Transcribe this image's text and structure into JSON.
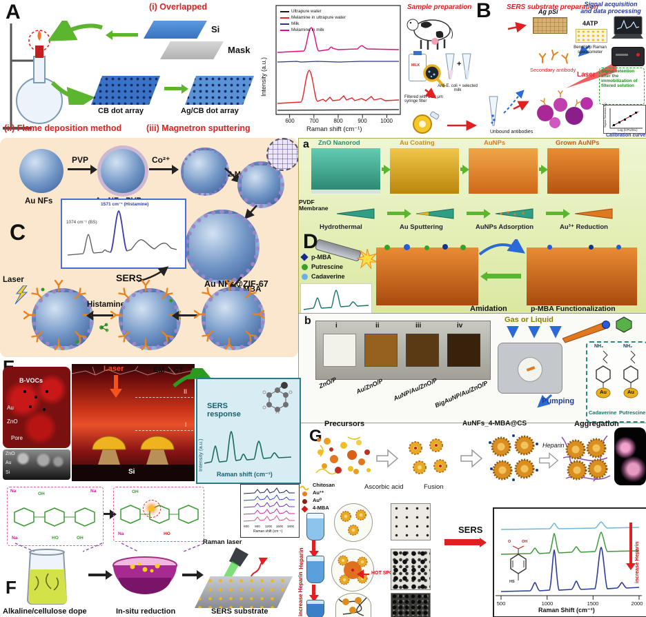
{
  "figure": {
    "panel_a": {
      "label": "A",
      "overlapped": "(i) Overlapped",
      "si": "Si",
      "mask": "Mask",
      "cb_array": "CB dot array",
      "agcb_array": "Ag/CB dot array",
      "flame": "(ii) Flame deposition method",
      "sputtering": "(iii) Magnetron sputtering"
    },
    "chart_a": {
      "ylabel": "Intensity (a.u.)",
      "xlabel": "Raman shift (cm⁻¹)",
      "xticks": [
        "600",
        "700",
        "800",
        "900",
        "1000"
      ],
      "legend": [
        {
          "label": "Ultrapure water",
          "color": "#1a1a1a"
        },
        {
          "label": "Melamine in ultrapure water",
          "color": "#e62328"
        },
        {
          "label": "Milk",
          "color": "#27348b"
        },
        {
          "label": "Melamine in milk",
          "color": "#e5097f"
        }
      ]
    },
    "panel_b": {
      "label": "B",
      "section1": "Sample preparation",
      "section2": "SERS substrate preparation",
      "section3": "Signal acquisition and data processing",
      "ag_psi": "Ag pSi",
      "atp": "4ATP",
      "plus": "+",
      "secondary_antibody": "Secondary antibody",
      "laser": "Laser",
      "spectrometer": "Benchtop Raman spectrometer",
      "milk": "MILK",
      "anti_ecoli": "Anti-E. coli + selected milk",
      "filtered": "Filtered with 1.22 μm syringe filter",
      "unbound": "Unbound antibodies",
      "retention": "Signal retention after the immobilization of filtered solution",
      "calibration": "Calibration curves",
      "cal_ylabel": "Signal Retained (%)",
      "cal_xlabel": "Log (CFU/mL)"
    },
    "panel_c": {
      "label": "C",
      "pvp": "PVP",
      "co2": "Co²⁺",
      "mi": "2-MI",
      "au_nfs": "Au NFs",
      "au_nfs_pvp": "Au NFs-PVP",
      "zif": "Au NFs@ZIF-67",
      "mba": "4-MBA",
      "sers": "SERS",
      "laser": "Laser",
      "histamine": "Histamine",
      "peak_histamine": "1571 cm⁻¹ (Histamine)",
      "peak_bs": "1074 cm⁻¹ (BS)"
    },
    "panel_d": {
      "label": "D",
      "sub_a": "a",
      "rods": [
        "ZnO Nanorod",
        "Au Coating",
        "AuNPs",
        "Grown AuNPs"
      ],
      "pvdf": "PVDF Membrane",
      "steps": [
        "Hydrothermal",
        "Au Sputtering",
        "AuNPs Adsorption",
        "Au³⁺ Reduction"
      ],
      "legend": [
        "p-MBA",
        "Putrescine",
        "Cadaverine"
      ],
      "amidation": "Amidation",
      "functionalization": "p-MBA Functionalization",
      "sub_b": "b",
      "sample_ids": [
        "i",
        "ii",
        "iii",
        "iv"
      ],
      "samples": [
        "ZnO/P",
        "Au/ZnO/P",
        "AuNP/Au/ZnO/P",
        "BigAuNP/Au/ZnO/P"
      ],
      "gas": "Gas or Liquid",
      "pumping": "Pumping",
      "cadaverine": "Cadaverine",
      "putrescine": "Putrescine",
      "au": "Au",
      "nh2": "NH₂"
    },
    "panel_e": {
      "label": "E",
      "laser": "Laser",
      "em_ct": "EM + CT",
      "bvocs": "B-VOCs",
      "au": "Au",
      "zno": "ZnO",
      "pore": "Pore",
      "sem_zno": "ZnO",
      "sem_au": "Au",
      "sem_si": "Si",
      "si": "Si",
      "roman_ii": "II",
      "roman_i": "I",
      "sers_response": "SERS response",
      "ylabel": "Intensity (a.u.)",
      "xlabel": "Raman shift (cm⁻¹)"
    },
    "panel_f": {
      "label": "F",
      "chem": {
        "na": "Na",
        "oh": "OH",
        "ho": "HO"
      },
      "raman_laser": "Raman laser",
      "dope": "Alkaline/cellulose dope",
      "reduction": "In-situ reduction",
      "substrate": "SERS substrate",
      "xticks": [
        "600",
        "900",
        "1200",
        "1500",
        "1800"
      ],
      "xlabel": "Raman shift (cm⁻¹)"
    },
    "panel_g": {
      "label": "G",
      "precursors": "Precursors",
      "aunfs": "AuNFs_4-MBA@CS",
      "aggregation": "Aggregation",
      "ascorbic": "Ascorbic acid",
      "fusion": "Fusion",
      "heparin": "Heparin",
      "legend": [
        "Chitosan",
        "Au³⁺",
        "Au⁰",
        "4-MBA"
      ],
      "heparin_left": "Heparin",
      "increase_heparin": "increase Heparin",
      "hot_spot": "HOT SPOT",
      "sers": "SERS",
      "increase_heparin_right": "increase Heparin",
      "xlabel": "Raman Shift (cm⁻¹)",
      "xticks": [
        "500",
        "1000",
        "1500",
        "2000"
      ],
      "mol": {
        "o": "O",
        "oh": "OH",
        "hs": "HS"
      }
    }
  }
}
